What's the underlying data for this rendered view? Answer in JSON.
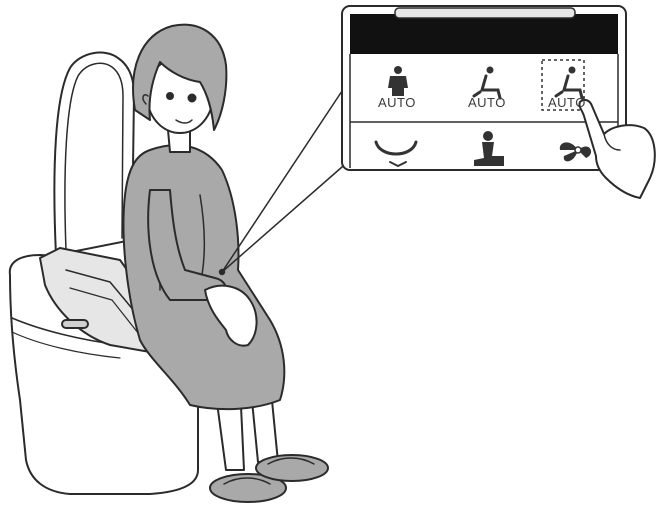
{
  "panel": {
    "buttons_top": [
      {
        "name": "auto-standing-button",
        "label": "AUTO",
        "icon": "standing-person-icon"
      },
      {
        "name": "auto-seated-button",
        "label": "AUTO",
        "icon": "seated-person-icon"
      },
      {
        "name": "auto-seated-alt-button",
        "label": "AUTO",
        "icon": "seated-person-alt-icon",
        "selected": true
      }
    ],
    "buttons_bottom": [
      {
        "name": "bowl-button",
        "icon": "bowl-icon"
      },
      {
        "name": "rear-wash-button",
        "icon": "rear-wash-icon"
      },
      {
        "name": "dryer-button",
        "icon": "fan-icon"
      }
    ]
  },
  "colors": {
    "line": "#2b2b2b",
    "fill_gray": "#a9a9a9",
    "fill_light": "#e6e6e6",
    "panel_header": "#111111"
  }
}
